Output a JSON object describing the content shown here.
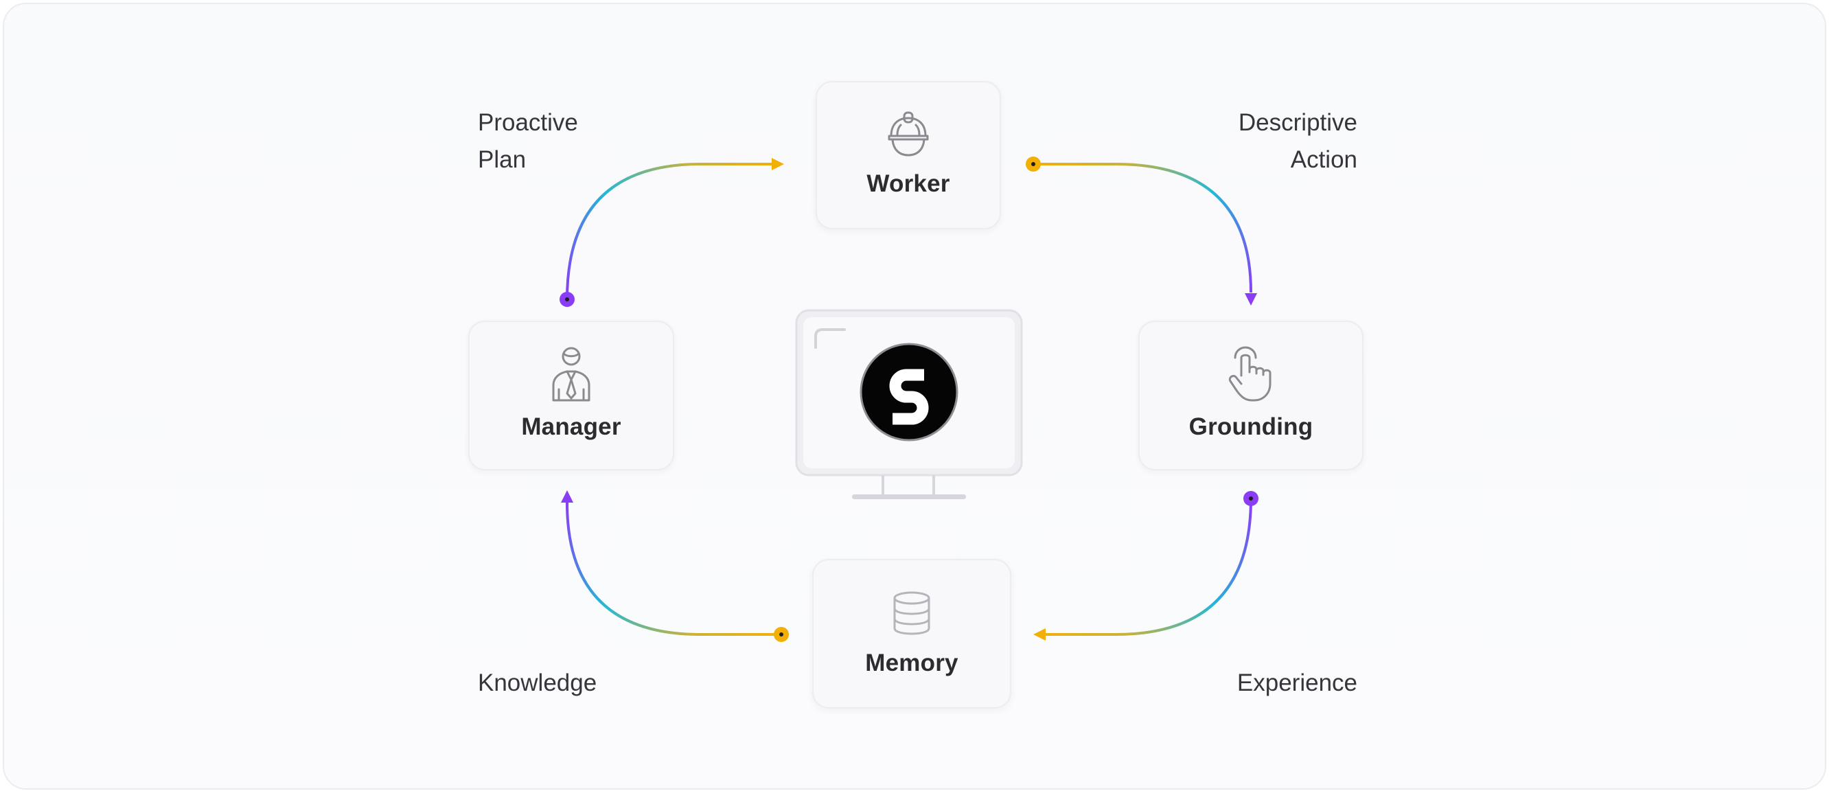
{
  "nodes": {
    "worker": {
      "label": "Worker",
      "icon": "hard-hat-icon"
    },
    "manager": {
      "label": "Manager",
      "icon": "manager-icon"
    },
    "grounding": {
      "label": "Grounding",
      "icon": "pointing-hand-icon"
    },
    "memory": {
      "label": "Memory",
      "icon": "database-icon"
    },
    "center": {
      "icon": "computer-monitor-icon",
      "logo": "s-logo-icon"
    }
  },
  "edges": {
    "manager_to_worker": "Proactive\nPlan",
    "worker_to_grounding": "Descriptive\nAction",
    "grounding_to_memory": "Experience",
    "memory_to_manager": "Knowledge"
  },
  "colors": {
    "arrow_gradient": [
      "#8b3cf5",
      "#22b8d6",
      "#f2b007"
    ],
    "dot_yellow": "#f2b007",
    "dot_purple": "#8b3cf5",
    "card_background": "#f8f8fb",
    "text": "#2b2b30"
  }
}
